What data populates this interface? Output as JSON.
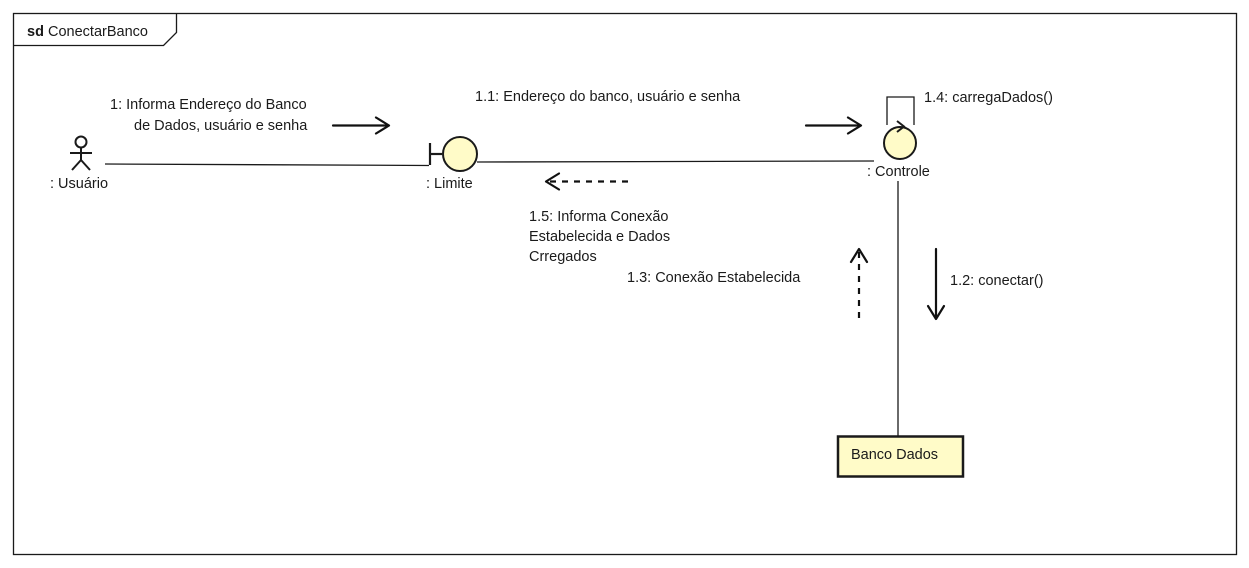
{
  "frame": {
    "keyword": "sd",
    "name": "ConectarBanco"
  },
  "lifelines": {
    "actor": ": Usuário",
    "boundary": ": Limite",
    "control": ": Controle",
    "entity": "Banco Dados"
  },
  "messages": {
    "m1": [
      "1: Informa Endereço do Banco",
      "de Dados, usuário e senha"
    ],
    "m1_1": "1.1: Endereço do banco, usuário e senha",
    "m1_2": "1.2: conectar()",
    "m1_3": "1.3: Conexão Estabelecida",
    "m1_4": "1.4: carregaDados()",
    "m1_5": [
      "1.5: Informa Conexão",
      "Estabelecida e Dados",
      "Crregados"
    ]
  },
  "colors": {
    "object_fill": "#fffbc8",
    "stroke": "#1a1a1a"
  }
}
